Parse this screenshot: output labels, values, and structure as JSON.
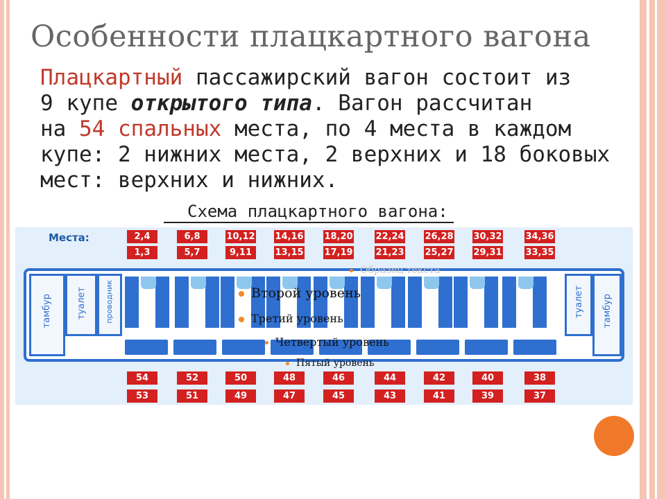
{
  "slide": {
    "title": "Особенности плацкартного вагона",
    "para": {
      "l1_hl": "Плацкартный",
      "l1_rest": " пассажирский вагон состоит из",
      "l2_a": "9 купе ",
      "l2_bi": "открытого типа",
      "l2_b": ". Вагон рассчитан",
      "l3_a": "на ",
      "l3_hl": "54 спальных",
      "l3_b": " места, по 4 места в каждом",
      "l4": "купе: 2 нижних места, 2 верхних и 18 боковых",
      "l5": "мест: верхних и нижних."
    },
    "caption": "Схема плацкартного вагона:"
  },
  "scheme": {
    "label": "Места:",
    "top_upper": [
      "2,4",
      "6,8",
      "10,12",
      "14,16",
      "18,20",
      "22,24",
      "26,28",
      "30,32",
      "34,36"
    ],
    "top_lower": [
      "1,3",
      "5,7",
      "9,11",
      "13,15",
      "17,19",
      "21,23",
      "25,27",
      "29,31",
      "33,35"
    ],
    "bottom_upper": [
      "54",
      "52",
      "50",
      "48",
      "46",
      "44",
      "42",
      "40",
      "38"
    ],
    "bottom_lower": [
      "53",
      "51",
      "49",
      "47",
      "45",
      "43",
      "41",
      "39",
      "37"
    ],
    "compartments": {
      "tambur_left": "тамбур",
      "toilet_left": "туалет",
      "provodnik": "проводник",
      "toilet_right": "туалет",
      "tambur_right": "тамбур"
    }
  },
  "placeholder_overlay": {
    "level1": "Образец текста",
    "level2": "Второй уровень",
    "level3": "Третий уровень",
    "level4": "Четвертый уровень",
    "level5": "Пятый уровень"
  },
  "colors": {
    "accent_red": "#c0392b",
    "seat_red": "#d32020",
    "car_blue": "#2f6fd0",
    "orange": "#f07a2a",
    "frame": "#f4c6b3"
  }
}
